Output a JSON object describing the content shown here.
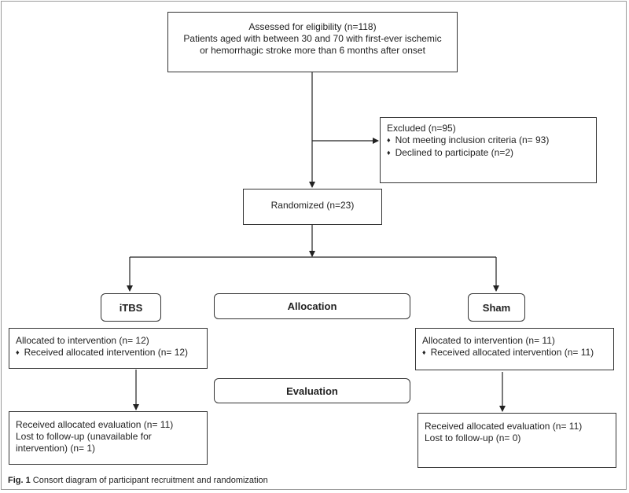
{
  "eligibility": {
    "title": "Assessed for eligibility (n=118)",
    "line1": "Patients aged with between 30 and 70 with first-ever ischemic",
    "line2": "or hemorrhagic stroke more than 6 months after onset"
  },
  "excluded": {
    "title": "Excluded (n=95)",
    "items": [
      "Not meeting inclusion criteria (n= 93)",
      "Declined to participate (n=2)"
    ]
  },
  "randomized": {
    "label": "Randomized (n=23)"
  },
  "stages": {
    "allocation": "Allocation",
    "evaluation": "Evaluation"
  },
  "arms": [
    {
      "name": "iTBS",
      "allocated": "Allocated to intervention (n= 12)",
      "received": "Received allocated intervention (n= 12)",
      "evaluation_line1": "Received allocated evaluation (n= 11)",
      "evaluation_line2": "Lost to follow-up (unavailable for",
      "evaluation_line3": "intervention) (n= 1)"
    },
    {
      "name": "Sham",
      "allocated": "Allocated to intervention (n= 11)",
      "received": "Received allocated intervention (n= 11)",
      "evaluation_line1": "Received allocated evaluation (n= 11)",
      "evaluation_line2": "Lost to follow-up (n= 0)"
    }
  ],
  "caption": {
    "label": "Fig. 1",
    "text": "Consort diagram of participant recruitment and randomization"
  }
}
